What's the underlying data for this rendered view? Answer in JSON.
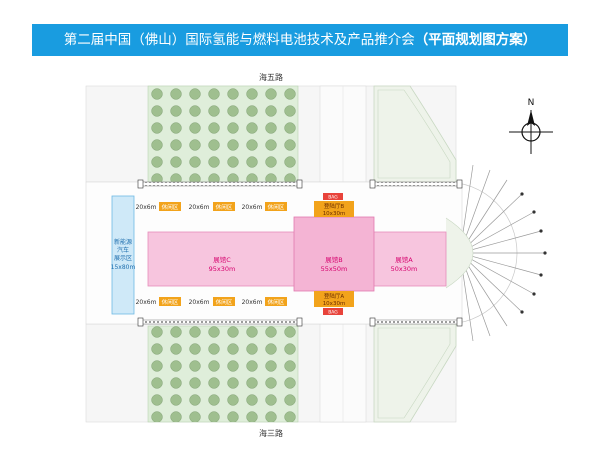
{
  "title": {
    "main": "第二届中国（佛山）国际氢能与燃料电池技术及产品推介会",
    "suffix": "（平面规划图方案）"
  },
  "roads": {
    "north": "海五路",
    "south": "海三路"
  },
  "compass": {
    "north_label": "N"
  },
  "display_zone": {
    "lines": [
      "新能源",
      "汽车",
      "展示区"
    ],
    "size": "15x80m"
  },
  "zones_top": [
    {
      "size": "20x6m",
      "label": "休闲区"
    },
    {
      "size": "20x6m",
      "label": "休闲区"
    },
    {
      "size": "20x6m",
      "label": "休闲区"
    }
  ],
  "zones_bottom": [
    {
      "size": "20x6m",
      "label": "休闲区"
    },
    {
      "size": "20x6m",
      "label": "休闲区"
    },
    {
      "size": "20x6m",
      "label": "休闲区"
    }
  ],
  "halls": {
    "c": {
      "name": "展馆C",
      "size": "95x30m"
    },
    "b": {
      "name": "展馆B",
      "size": "55x50m"
    },
    "a": {
      "name": "展馆A",
      "size": "50x30m"
    }
  },
  "registration_top": {
    "tag": "BAG",
    "name": "登陆厅B",
    "size": "10x30m"
  },
  "registration_bottom": {
    "tag": "BAG",
    "name": "登陆厅A",
    "size": "10x30m"
  },
  "colors": {
    "banner": "#199ce0",
    "hall_fill": "#f7c5de",
    "hall_text": "#d6006d",
    "leisure": "#f2a31b",
    "display_zone": "#cfe9f8",
    "lawn": "#cfe6c9",
    "tree": "#9fbf8f"
  }
}
